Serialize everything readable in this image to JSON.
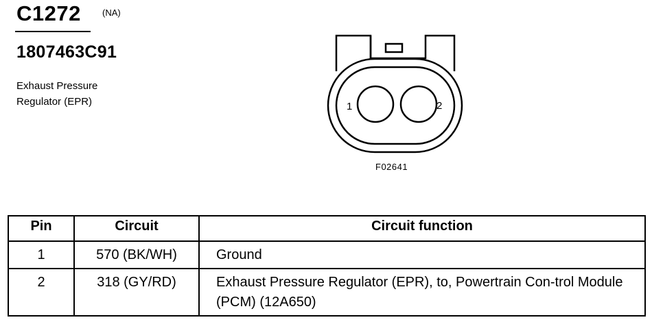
{
  "header": {
    "connector_id": "C1272",
    "note": "(NA)",
    "part_number": "1807463C91",
    "description_lines": [
      "Exhaust Pressure",
      "Regulator (EPR)"
    ]
  },
  "figure": {
    "id": "F02641",
    "pin_labels": [
      "1",
      "2"
    ]
  },
  "table": {
    "headers": [
      "Pin",
      "Circuit",
      "Circuit function"
    ],
    "rows": [
      {
        "pin": "1",
        "circuit": "570 (BK/WH)",
        "function": "Ground"
      },
      {
        "pin": "2",
        "circuit": "318 (GY/RD)",
        "function": "Exhaust Pressure Regulator (EPR), to, Powertrain Con-trol Module (PCM) (12A650)"
      }
    ]
  }
}
